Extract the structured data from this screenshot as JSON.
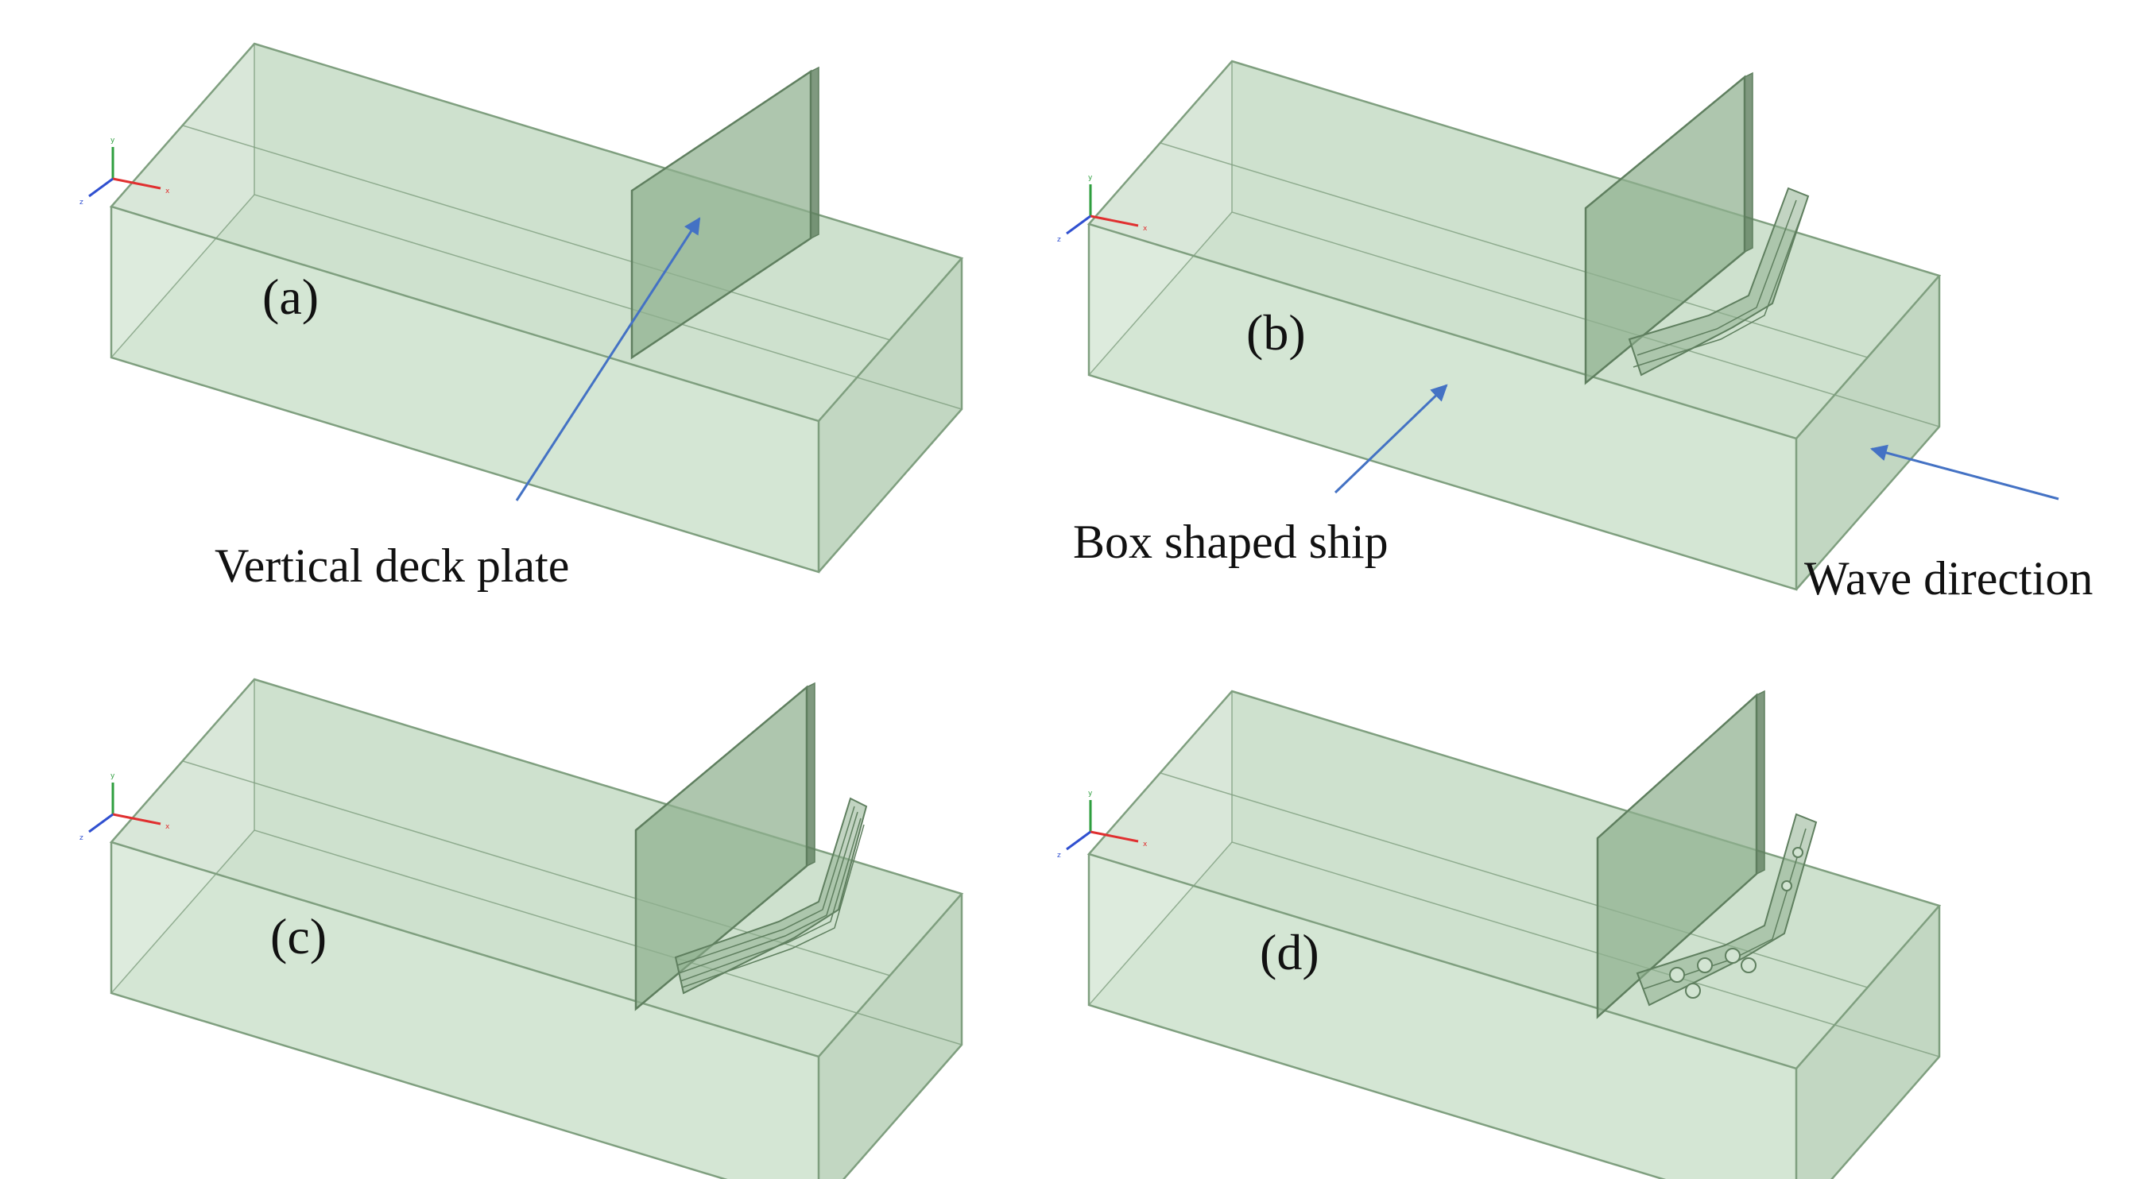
{
  "colors": {
    "box_front": "#d2e4d2",
    "box_side": "#bdd4bd",
    "box_top": "#c9ddc9",
    "box_inner": "#c3dac3",
    "box_edge": "#7f9f7f",
    "plate_fill": "#8fb08f",
    "plate_edge": "#5f7f5f",
    "arrow": "#4472c4",
    "axis_x": "#e03030",
    "axis_y": "#2e9e3e",
    "axis_z": "#3050d0"
  },
  "axis_triad": {
    "x": "x",
    "y": "y",
    "z": "z"
  },
  "panels": [
    {
      "id": "a",
      "label": "(a)",
      "breakwater": "none"
    },
    {
      "id": "b",
      "label": "(b)",
      "breakwater": "bent-plate"
    },
    {
      "id": "c",
      "label": "(c)",
      "breakwater": "slotted-plate"
    },
    {
      "id": "d",
      "label": "(d)",
      "breakwater": "perforated-plate"
    }
  ],
  "annotations": {
    "vertical_deck_plate": "Vertical deck plate",
    "box_shaped_ship": "Box shaped ship",
    "wave_direction": "Wave direction"
  }
}
